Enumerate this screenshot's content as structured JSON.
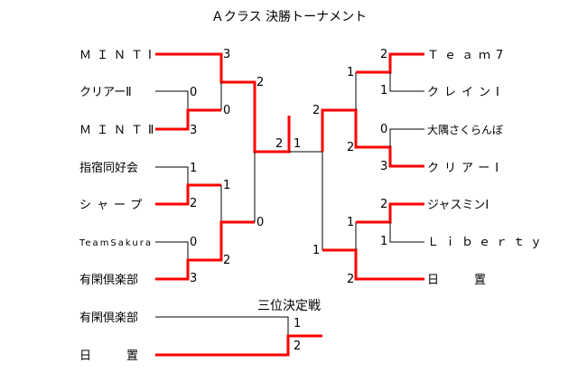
{
  "title": "Ａクラス 決勝トーナメント",
  "third_place_title": "三位決定戦",
  "colors": {
    "winner_line": "#ff0000",
    "loser_line": "#000000"
  },
  "left_teams": [
    "ＭＩＮＴⅠ",
    "クリアーⅡ",
    "ＭＩＮＴⅡ",
    "指宿同好会",
    "シャープ",
    "TeamSakura",
    "有閑倶楽部"
  ],
  "right_teams": [
    "Ｔｅａｍ7",
    "クレインⅠ",
    "大隅さくらんぼ",
    "クリアーⅠ",
    "ジャスミンⅠ",
    "Ｌｉｂｅｒｔｙ",
    "日　　　置"
  ],
  "third_place_teams": [
    "有閑倶楽部",
    "日　　　置"
  ],
  "scores": {
    "left_r1": [
      "3",
      "0",
      "3",
      "1",
      "2",
      "0",
      "3"
    ],
    "left_r2": [
      "0",
      "1",
      "2"
    ],
    "left_sf": [
      "2",
      "0"
    ],
    "final": [
      "2",
      "1"
    ],
    "right_r1": [
      "2",
      "1",
      "0",
      "3",
      "2",
      "1",
      "2"
    ],
    "right_r2": [
      "1",
      "2",
      "1"
    ],
    "right_sf": [
      "2",
      "1"
    ],
    "third_place": [
      "1",
      "2"
    ]
  }
}
